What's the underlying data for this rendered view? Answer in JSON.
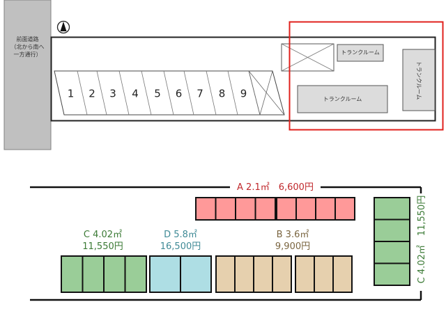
{
  "site_map": {
    "road_label_lines": [
      "前面道路",
      "（北から南へ",
      "一方通行）"
    ],
    "north_marker": "north-arrow",
    "parking_spaces": [
      "1",
      "2",
      "3",
      "4",
      "5",
      "6",
      "7",
      "8",
      "9"
    ],
    "trunk_room_label": "トランクルーム",
    "highlight_color": "#e0201c"
  },
  "units": {
    "A": {
      "label": "A 2.1㎡　6,600円",
      "color": "#ff9999",
      "text_color": "#c0282c",
      "groups": [
        4,
        4
      ]
    },
    "B": {
      "label_line1": "B 3.6㎡",
      "label_line2": "9,900円",
      "color": "#e6d0ae",
      "text_color": "#7a6540",
      "groups": [
        4,
        3
      ]
    },
    "C": {
      "label_line1": "C 4.02㎡",
      "label_line2": "11,550円",
      "color": "#9acd98",
      "text_color": "#3b7a35",
      "groups": [
        4
      ]
    },
    "C_side": {
      "label": "C 4.02㎡　11,550円",
      "color": "#9acd98",
      "text_color": "#3b7a35",
      "groups": [
        4
      ]
    },
    "D": {
      "label_line1": "D 5.8㎡",
      "label_line2": "16,500円",
      "color": "#aedee4",
      "text_color": "#3f8a96",
      "groups": [
        2
      ]
    }
  }
}
